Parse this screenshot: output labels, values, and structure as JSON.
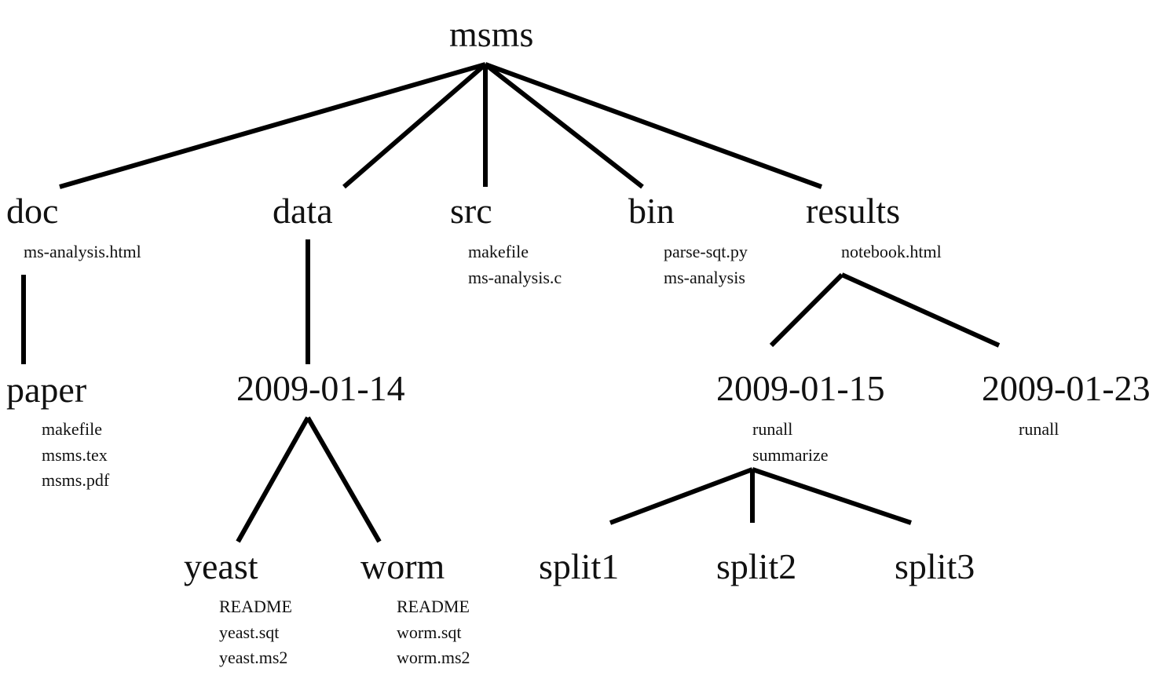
{
  "tree": {
    "root": {
      "name": "msms"
    },
    "doc": {
      "name": "doc",
      "files": [
        "ms-analysis.html"
      ]
    },
    "data": {
      "name": "data",
      "files": []
    },
    "src": {
      "name": "src",
      "files": [
        "makefile",
        "ms-analysis.c"
      ]
    },
    "bin": {
      "name": "bin",
      "files": [
        "parse-sqt.py",
        "ms-analysis"
      ]
    },
    "results": {
      "name": "results",
      "files": [
        "notebook.html"
      ]
    },
    "paper": {
      "name": "paper",
      "files": [
        "makefile",
        "msms.tex",
        "msms.pdf"
      ]
    },
    "data_2009_01_14": {
      "name": "2009-01-14",
      "files": []
    },
    "results_2009_01_15": {
      "name": "2009-01-15",
      "files": [
        "runall",
        "summarize"
      ]
    },
    "results_2009_01_23": {
      "name": "2009-01-23",
      "files": [
        "runall"
      ]
    },
    "yeast": {
      "name": "yeast",
      "files": [
        "README",
        "yeast.sqt",
        "yeast.ms2"
      ]
    },
    "worm": {
      "name": "worm",
      "files": [
        "README",
        "worm.sqt",
        "worm.ms2"
      ]
    },
    "split1": {
      "name": "split1",
      "files": []
    },
    "split2": {
      "name": "split2",
      "files": []
    },
    "split3": {
      "name": "split3",
      "files": []
    }
  }
}
